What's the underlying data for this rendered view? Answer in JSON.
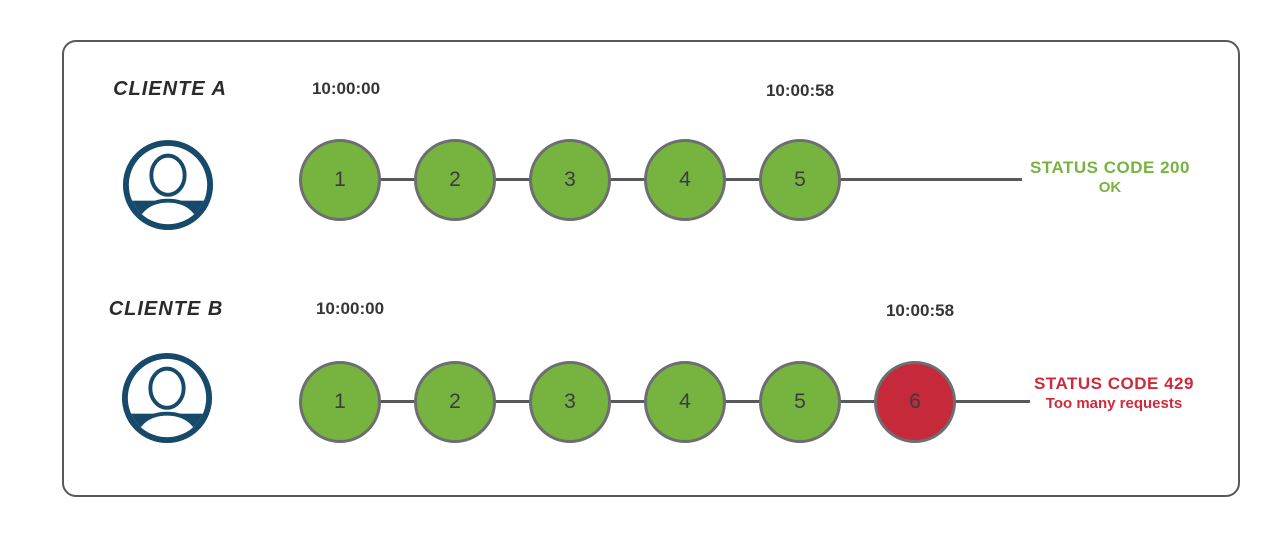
{
  "rows": [
    {
      "client": "CLIENTE A",
      "start_time": "10:00:00",
      "end_time": "10:00:58",
      "requests": [
        "1",
        "2",
        "3",
        "4",
        "5"
      ],
      "status_code": "STATUS CODE 200",
      "status_detail": "OK"
    },
    {
      "client": "CLIENTE B",
      "start_time": "10:00:00",
      "end_time": "10:00:58",
      "requests": [
        "1",
        "2",
        "3",
        "4",
        "5",
        "6"
      ],
      "status_code": "STATUS CODE 429",
      "status_detail": "Too many requests"
    }
  ],
  "icons": {
    "client_a": "user-avatar-icon",
    "client_b": "user-avatar-icon"
  },
  "colors": {
    "request-ok": "#76b33f",
    "request-blocked": "#c5293a",
    "status-ok-text": "#76b33f",
    "status-error-text": "#d2293a",
    "avatar-navy": "#17496b",
    "connector": "#58595b",
    "circle-border": "#6d6e71"
  }
}
